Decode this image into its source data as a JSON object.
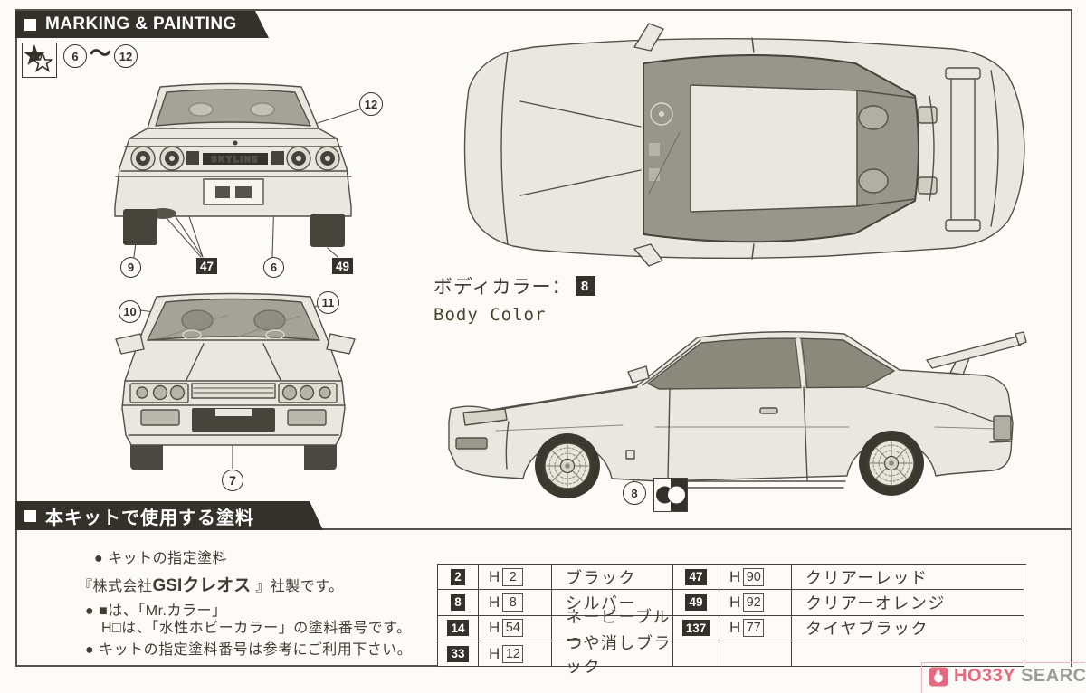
{
  "colors": {
    "ink": "#33312a",
    "line": "#525046",
    "paper": "#fcfbf7",
    "body_fill": "#e9e8e0",
    "glass_fill": "#a5a397",
    "dark_fill": "#44423a",
    "watermark_pink": "#e5697f",
    "watermark_gray": "#9c9c98"
  },
  "top_banner": {
    "label": "MARKING & PAINTING"
  },
  "star_note": {
    "start": "6",
    "tilde": "～",
    "end": "12"
  },
  "rear_view": {
    "c12": "12",
    "c9": "9",
    "c47": "47",
    "c6": "6",
    "c49": "49",
    "badge_text": "SKYLINE"
  },
  "front_view": {
    "c10": "10",
    "c11": "11",
    "c7": "7"
  },
  "body_color": {
    "jp": "ボディカラー：",
    "code": "8",
    "en": "Body Color"
  },
  "side_view": {
    "c8": "8"
  },
  "bottom_banner": {
    "label": "本キットで使用する塗料"
  },
  "notes": {
    "n1": "● キットの指定塗料",
    "company_pre": "『株式会社",
    "company_brand": "GSIクレオス",
    "company_post": " 』社製です。",
    "n2a": "● ■は、「Mr.カラー」",
    "n2b": "H□は、「水性ホビーカラー」の塗料番号です。",
    "n3": "● キットの指定塗料番号は参考にご利用下さい。"
  },
  "paint_table": {
    "left": [
      {
        "code": "2",
        "hp": "H",
        "h": "2",
        "name": "ブラック"
      },
      {
        "code": "8",
        "hp": "H",
        "h": "8",
        "name": "シルバー"
      },
      {
        "code": "14",
        "hp": "H",
        "h": "54",
        "name": "ネービーブルー"
      },
      {
        "code": "33",
        "hp": "H",
        "h": "12",
        "name": "つや消しブラック"
      }
    ],
    "right": [
      {
        "code": "47",
        "hp": "H",
        "h": "90",
        "name": "クリアーレッド"
      },
      {
        "code": "49",
        "hp": "H",
        "h": "92",
        "name": "クリアーオレンジ"
      },
      {
        "code": "137",
        "hp": "H",
        "h": "77",
        "name": "タイヤブラック"
      },
      {
        "code": "",
        "hp": "",
        "h": "",
        "name": ""
      }
    ]
  },
  "watermark": {
    "brand": "HO33Y",
    "suffix": "SEARCH"
  }
}
